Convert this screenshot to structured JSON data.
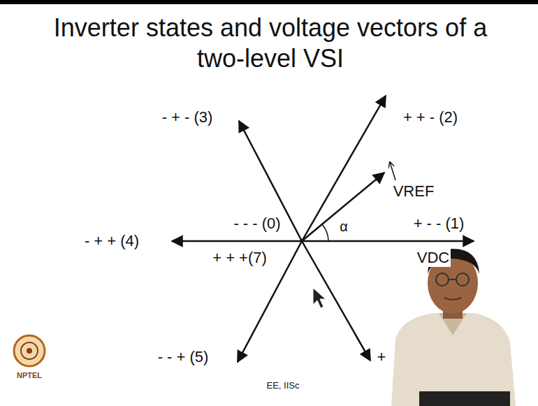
{
  "diagram": {
    "title": "Inverter states and voltage vectors of a two-level VSI",
    "labels": [
      "- + - (3)",
      "+ + - (2)",
      "VREF",
      "- - - (0)",
      "α",
      "+ - - (1)",
      "- + + (4)",
      "+ + +(7)",
      "VDC",
      "- - + (5)",
      "+",
      "NPTEL",
      "EE, IISc"
    ]
  }
}
